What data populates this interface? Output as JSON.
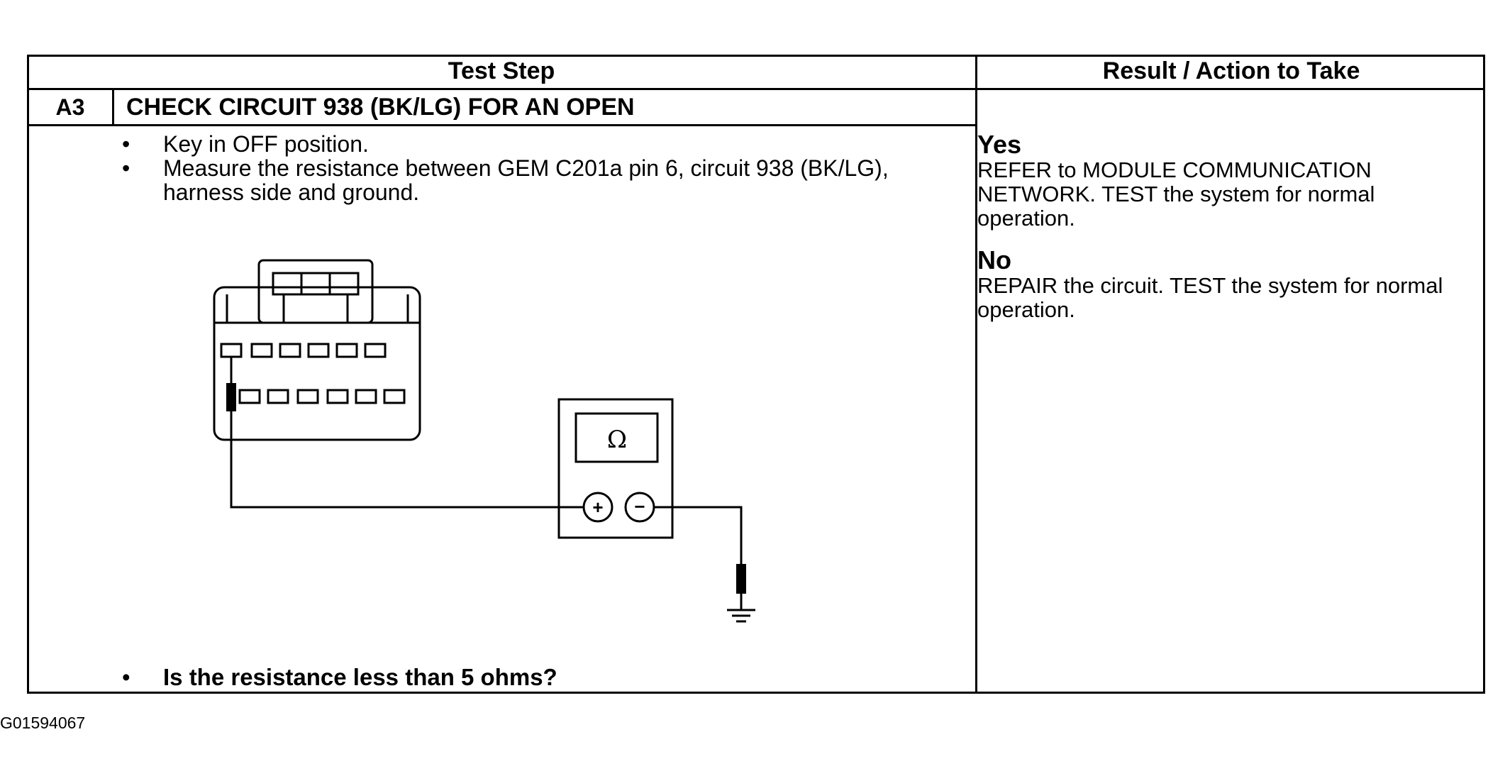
{
  "header": {
    "test_step": "Test Step",
    "result_action": "Result / Action to Take"
  },
  "step": {
    "id": "A3",
    "title": "CHECK CIRCUIT 938 (BK/LG) FOR AN OPEN",
    "bullets": [
      "Key in OFF position.",
      "Measure the resistance between GEM C201a pin 6, circuit 938 (BK/LG), harness side and ground."
    ],
    "question": "Is the resistance less than 5 ohms?"
  },
  "diagram": {
    "meter_symbol": "Ω",
    "plus_symbol": "+",
    "minus_symbol": "−",
    "icons": [
      "connector-icon",
      "ohmmeter-icon",
      "ground-icon"
    ]
  },
  "results": {
    "yes_label": "Yes",
    "yes_text": "REFER to MODULE COMMUNICATION NETWORK. TEST the system for normal operation.",
    "no_label": "No",
    "no_text": "REPAIR the circuit. TEST the system for normal operation."
  },
  "footer": {
    "code": "G01594067"
  }
}
